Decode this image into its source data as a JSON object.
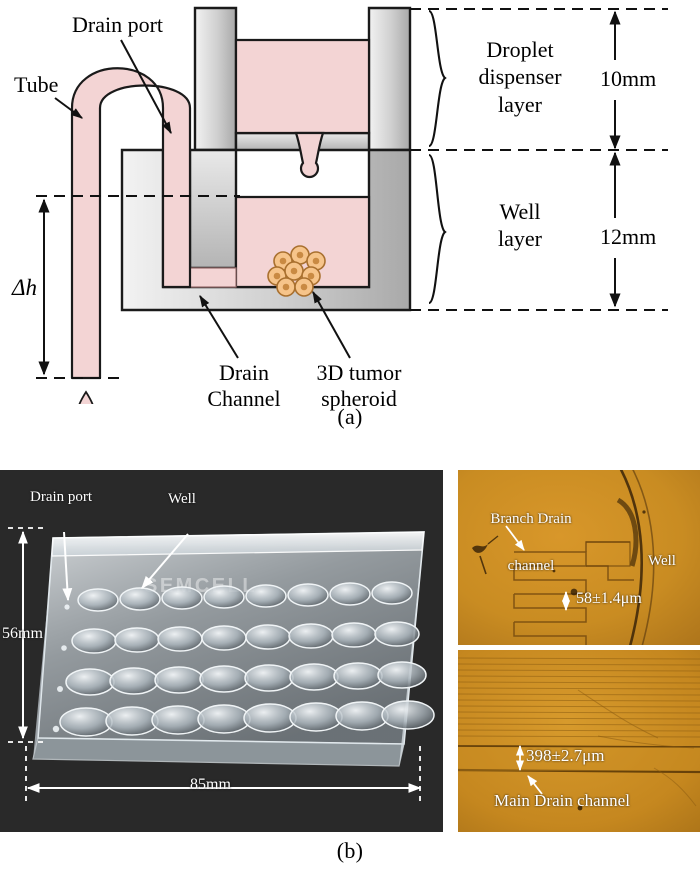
{
  "figure": {
    "panel_a_caption": "(a)",
    "panel_b_caption": "(b)"
  },
  "schematic": {
    "labels": {
      "tube": "Tube",
      "drain_port": "Drain port",
      "drain_channel_line1": "Drain",
      "drain_channel_line2": "Channel",
      "spheroid_line1": "3D tumor",
      "spheroid_line2": "spheroid",
      "delta_h": "Δh"
    },
    "layers": [
      {
        "name_line1": "Droplet",
        "name_line2": "dispenser",
        "name_line3": "layer",
        "thickness": "10mm"
      },
      {
        "name_line1": "Well",
        "name_line2": "layer",
        "name_line3": "",
        "thickness": "12mm"
      }
    ],
    "colors": {
      "fluid": "#f3d4d4",
      "fluid_stroke": "#9b7070",
      "body_light": "#eeeeee",
      "body_dark": "#a8a8a8",
      "outline": "#1a1a1a"
    }
  },
  "photo_plate": {
    "label_drain_port": "Drain port",
    "label_well": "Well",
    "emboss_text": "SEMCELL",
    "dim_height": "56mm",
    "dim_width": "85mm",
    "well_rows": 4,
    "well_cols": 8
  },
  "photo_branch": {
    "label_line1": "Branch Drain",
    "label_line2": "channel",
    "label_well": "Well",
    "measurement": "58±1.4μm"
  },
  "photo_main": {
    "measurement": "398±2.7μm",
    "label": "Main Drain channel"
  }
}
